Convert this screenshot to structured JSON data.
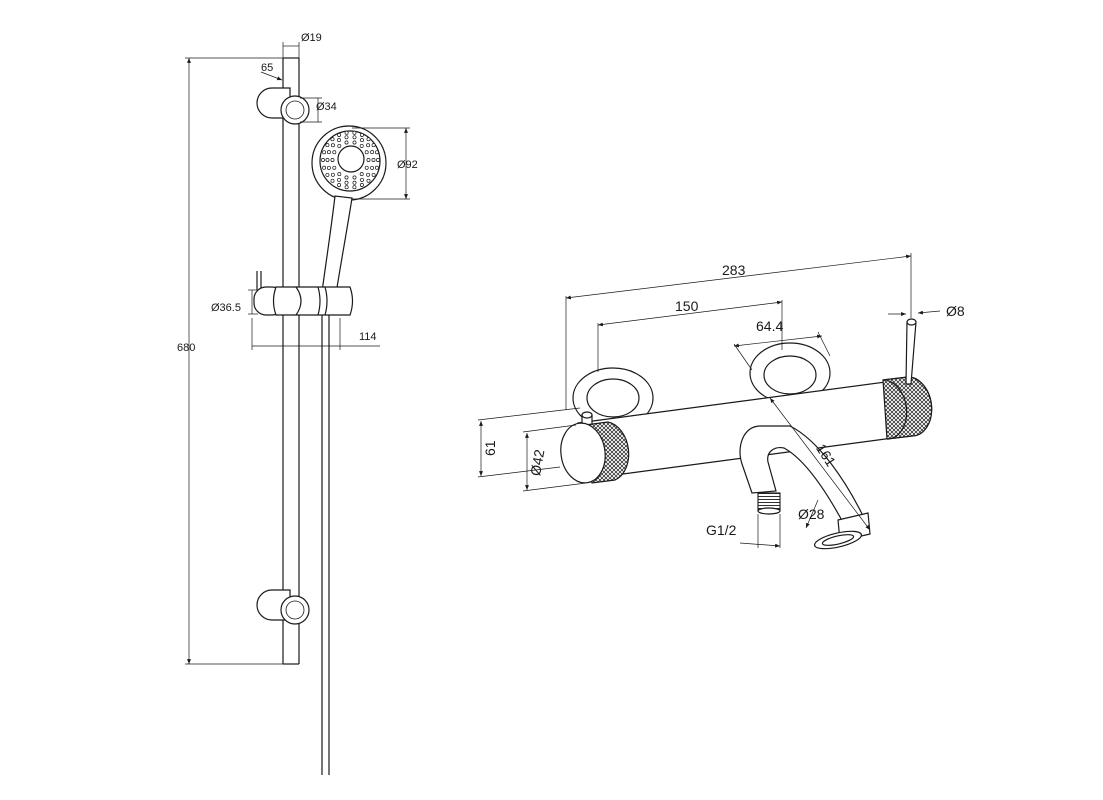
{
  "shower_rail": {
    "dim_rail_dia": "Ø19",
    "dim_bracket_offset": "65",
    "dim_bracket_dia": "Ø34",
    "dim_head_dia": "Ø92",
    "dim_holder_dia": "Ø36.5",
    "dim_holder_depth": "114",
    "dim_total_height": "680"
  },
  "mixer": {
    "dim_total_width": "283",
    "dim_centers": "150",
    "dim_rosette": "64.4",
    "dim_lever_dia": "Ø8",
    "dim_body_height": "61",
    "dim_handle_dia": "Ø42",
    "dim_spout_length": "161",
    "dim_outlet_dia": "Ø28",
    "dim_thread": "G1/2"
  }
}
